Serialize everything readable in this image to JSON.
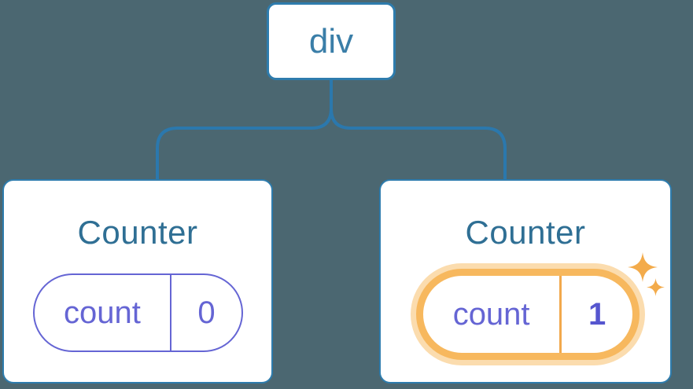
{
  "diagram": {
    "root": {
      "label": "div"
    },
    "children": [
      {
        "title": "Counter",
        "state": {
          "key": "count",
          "value": "0"
        },
        "highlighted": false
      },
      {
        "title": "Counter",
        "state": {
          "key": "count",
          "value": "1"
        },
        "highlighted": true
      }
    ]
  },
  "icons": {
    "sparkle_large": "sparkle-icon",
    "sparkle_small": "sparkle-icon"
  },
  "colors": {
    "bg": "#4b6771",
    "card-bg": "#ffffff",
    "line": "#2b78ad",
    "node-border": "#2e7cad",
    "node-text": "#3a7ea8",
    "title": "#2f6f94",
    "purple": "#6565d4",
    "purple-bold": "#5656cf",
    "orange": "#f7b85e",
    "orange-halo": "#fbdcae",
    "orange-divider": "#f2a94d",
    "sparkle": "#f3ab4b"
  }
}
